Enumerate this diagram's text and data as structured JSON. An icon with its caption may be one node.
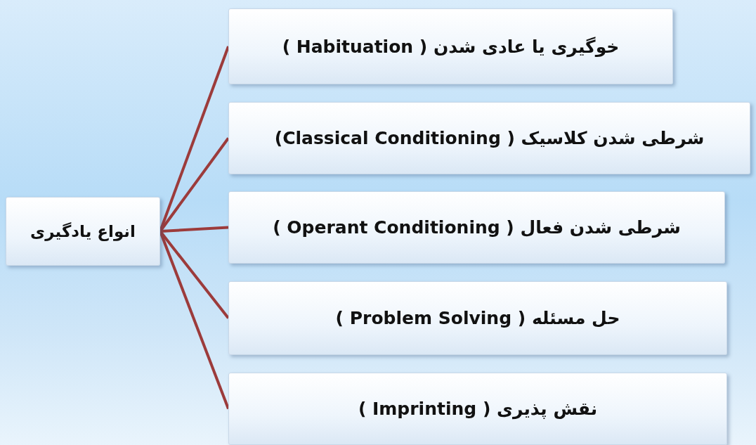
{
  "diagram": {
    "nodes": [
      {
        "text": [
          "انواع یادگیری"
        ]
      },
      {
        "text": [
          "خوگیری یا عادی شدن ( Habituation )"
        ]
      },
      {
        "text": [
          "شرطی شدن کلاسیک ( Classical Conditioning)"
        ]
      },
      {
        "text": [
          "شرطی شدن فعال ( Operant Conditioning )"
        ]
      },
      {
        "text": [
          "حل مسئله ( Problem Solving )"
        ]
      },
      {
        "text": [
          "نقش پذیری ( Imprinting )"
        ]
      }
    ],
    "edges": [
      {
        "from": 0,
        "to": 1,
        "arrow": "none"
      },
      {
        "from": 0,
        "to": 2,
        "arrow": "none"
      },
      {
        "from": 0,
        "to": 3,
        "arrow": "none"
      },
      {
        "from": 0,
        "to": 4,
        "arrow": "none"
      },
      {
        "from": 0,
        "to": 5,
        "arrow": "none"
      }
    ]
  }
}
